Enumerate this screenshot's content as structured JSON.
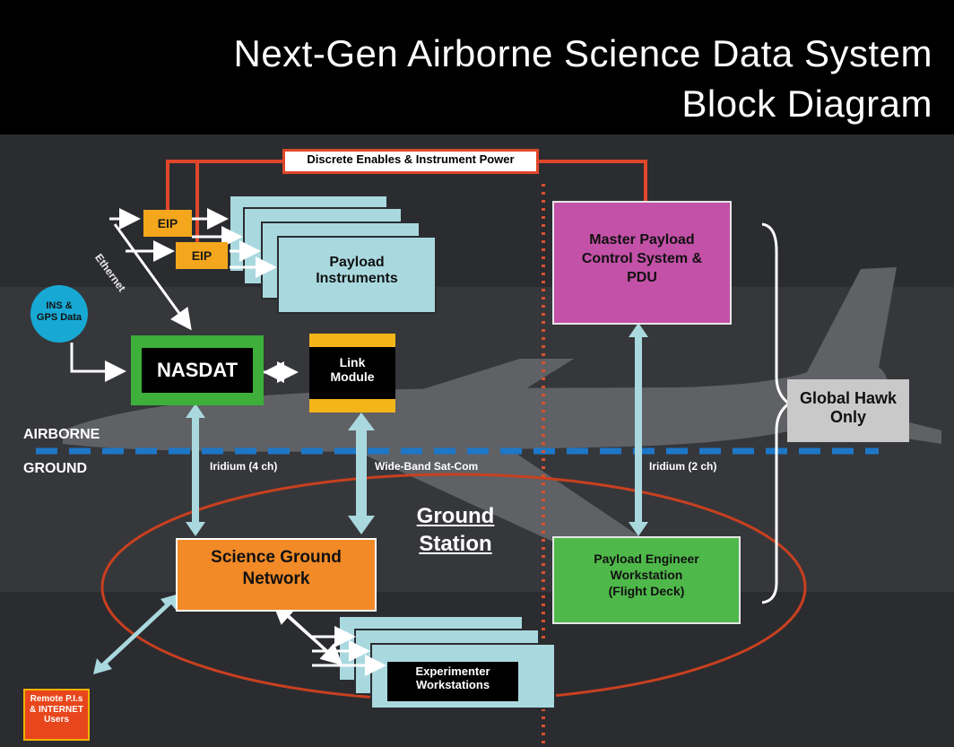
{
  "title": {
    "line1": "Next-Gen Airborne Science Data System",
    "line2": "Block Diagram"
  },
  "labels": {
    "discrete": "Discrete Enables & Instrument Power",
    "eip_1": "EIP",
    "eip_2": "EIP",
    "payload_line1": "Payload",
    "payload_line2": "Instruments",
    "ethernet": "Ethernet",
    "ins_line1": "INS &",
    "ins_line2": "GPS Data",
    "nasdat": "NASDAT",
    "link_line1": "Link",
    "link_line2": "Module",
    "master_line1": "Master Payload",
    "master_line2": "Control System &",
    "master_line3": "PDU",
    "global_line1": "Global Hawk",
    "global_line2": "Only",
    "airborne": "AIRBORNE",
    "ground": "GROUND",
    "iridium4": "Iridium (4 ch)",
    "wideband": "Wide-Band Sat-Com",
    "iridium2": "Iridium (2 ch)",
    "gs_line1": "Ground",
    "gs_line2": "Station",
    "sgn_line1": "Science Ground",
    "sgn_line2": "Network",
    "pew_line1": "Payload Engineer",
    "pew_line2": "Workstation",
    "pew_line3": "(Flight Deck)",
    "exp_line1": "Experimenter",
    "exp_line2": "Workstations",
    "remote_line1": "Remote P.I.s",
    "remote_line2": "& INTERNET",
    "remote_line3": "Users"
  },
  "colors": {
    "header_bg": "#000000",
    "power_line": "#e0472a",
    "eip": "#f4a71d",
    "payload": "#a9d9df",
    "ins": "#17a9d4",
    "nasdat_border": "#3daf3a",
    "link_band": "#f4b518",
    "master": "#c351a7",
    "pew": "#4fb84a",
    "sgn": "#f18a27",
    "remote": "#e8461c",
    "dashed_blue": "#1d77c8",
    "dotted_red": "#d8522d",
    "ellipse": "#c8401f"
  }
}
